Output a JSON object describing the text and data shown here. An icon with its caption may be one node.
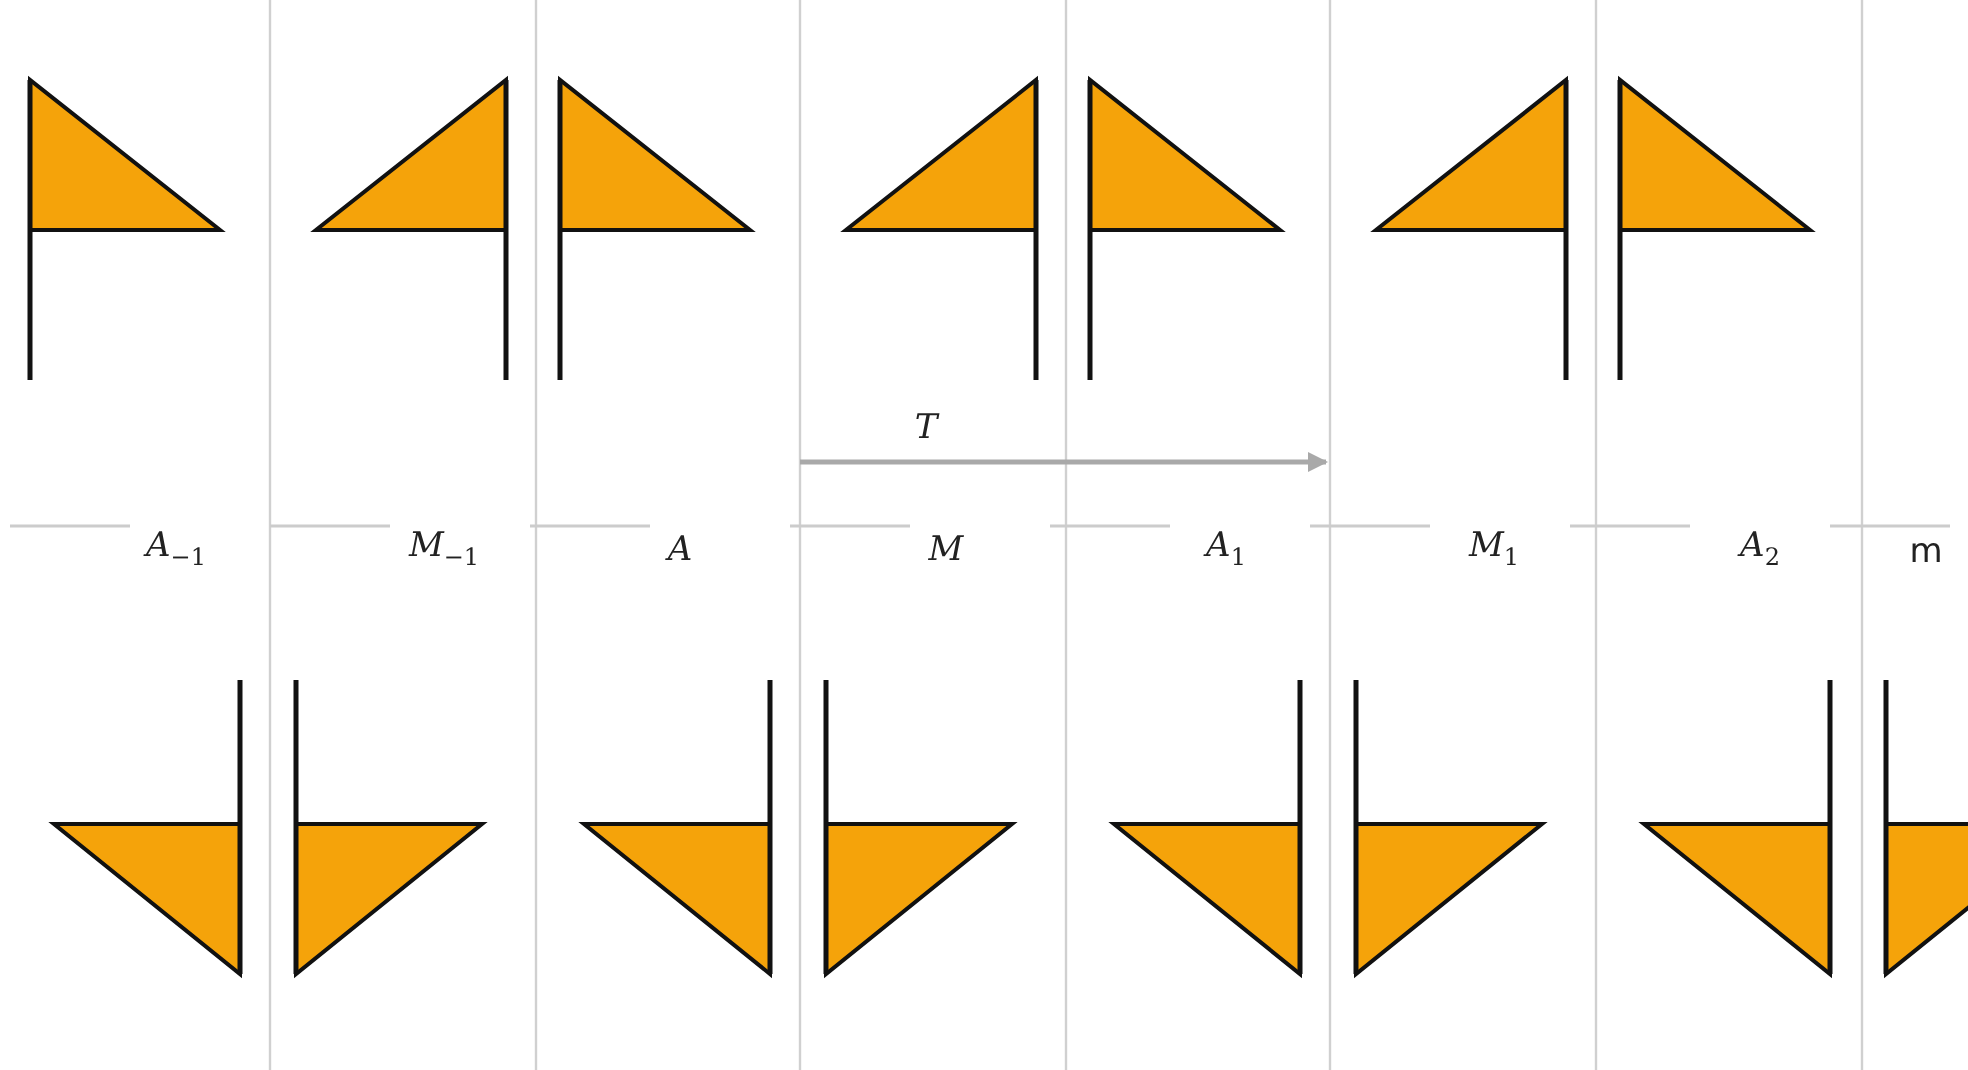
{
  "diagram": {
    "labels": [
      "*T*",
      "*A*$_{−1}$",
      "*M*$_{−1}$",
      "*A*",
      "*M*",
      "*A*$_{1}$",
      "*M*$_{1}$",
      "*A*$_{2}$",
      "m"
    ]
  }
}
